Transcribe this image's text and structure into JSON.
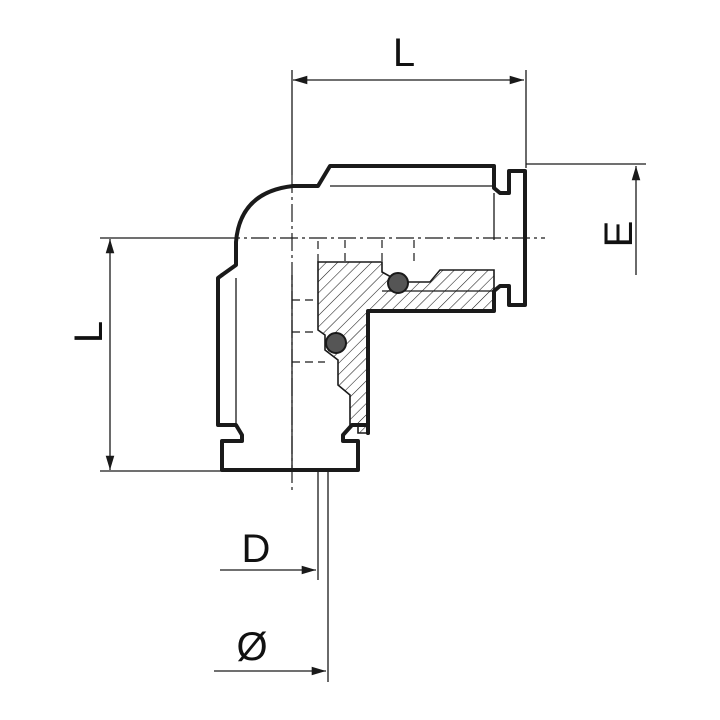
{
  "labels": {
    "length_top": "L",
    "length_left": "L",
    "e_dim": "E",
    "d_dim": "D",
    "diameter": "Ø"
  },
  "colors": {
    "line": "#1a1a1a",
    "background": "#ffffff"
  }
}
